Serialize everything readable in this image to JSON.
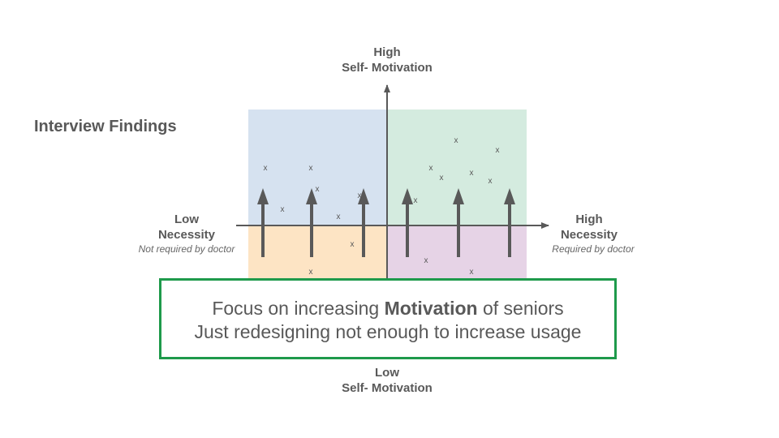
{
  "title": "Interview Findings",
  "axes": {
    "top": {
      "line1": "High",
      "line2": "Self- Motivation"
    },
    "bottom": {
      "line1": "Low",
      "line2": "Self- Motivation"
    },
    "left": {
      "line1": "Low",
      "line2": "Necessity",
      "note": "Not required by doctor"
    },
    "right": {
      "line1": "High",
      "line2": "Necessity",
      "note": "Required by doctor"
    }
  },
  "marker_symbol": "x",
  "quadrant_colors": {
    "top_left": "#d6e2f0",
    "top_right": "#d4ebdf",
    "bottom_left": "#fde4c4",
    "bottom_right": "#e6d3e6"
  },
  "callout": {
    "line1_pre": "Focus on increasing ",
    "line1_bold": "Motivation",
    "line1_post": " of seniors",
    "line2": "Just redesigning not enough to increase usage",
    "border_color": "#1e9a4b"
  }
}
